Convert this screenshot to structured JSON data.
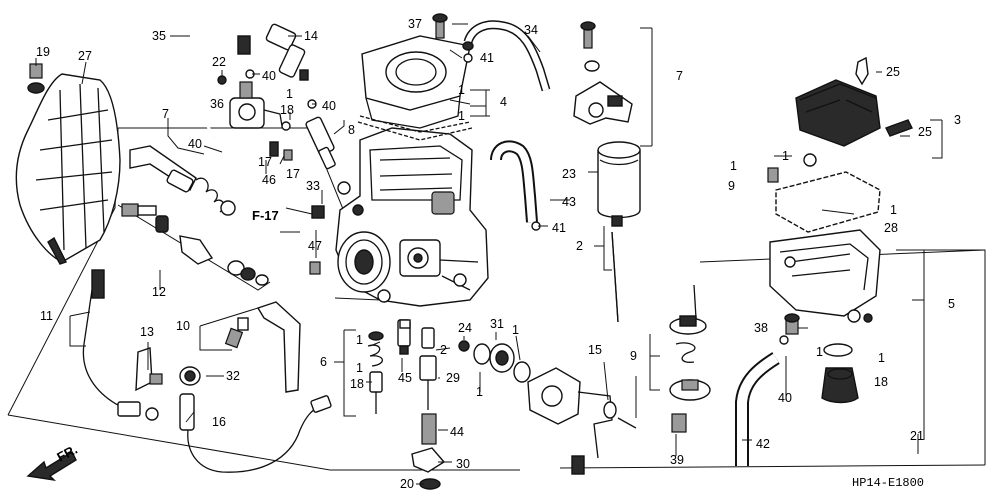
{
  "diagram": {
    "callouts": {
      "c1a": "1",
      "c1b": "1",
      "c1c": "1",
      "c1d": "1",
      "c1e": "1",
      "c1f": "1",
      "c1g": "1",
      "c1h": "1",
      "c1i": "1",
      "c1j": "1",
      "c1k": "1",
      "c1l": "1",
      "c2a": "2",
      "c2b": "2",
      "c3": "3",
      "c4": "4",
      "c5": "5",
      "c6": "6",
      "c7a": "7",
      "c7b": "7",
      "c8": "8",
      "c9a": "9",
      "c9b": "9",
      "c10": "10",
      "c11": "11",
      "c12": "12",
      "c13": "13",
      "c14": "14",
      "c15": "15",
      "c16": "16",
      "c17a": "17",
      "c17b": "17",
      "c18a": "18",
      "c18b": "18",
      "c18c": "18",
      "c19": "19",
      "c20": "20",
      "c21": "21",
      "c22": "22",
      "c23": "23",
      "c24": "24",
      "c25a": "25",
      "c25b": "25",
      "c27": "27",
      "c28": "28",
      "c29": "29",
      "c30": "30",
      "c31": "31",
      "c32": "32",
      "c33": "33",
      "c34": "34",
      "c35": "35",
      "c36": "36",
      "c37": "37",
      "c38": "38",
      "c39": "39",
      "c40a": "40",
      "c40b": "40",
      "c40c": "40",
      "c40d": "40",
      "c41a": "41",
      "c41b": "41",
      "c42": "42",
      "c43": "43",
      "c44": "44",
      "c45": "45",
      "c46": "46",
      "c47": "47"
    },
    "ref_label": "F-17",
    "front_label": "FR.",
    "part_code": "HP14-E1800"
  }
}
